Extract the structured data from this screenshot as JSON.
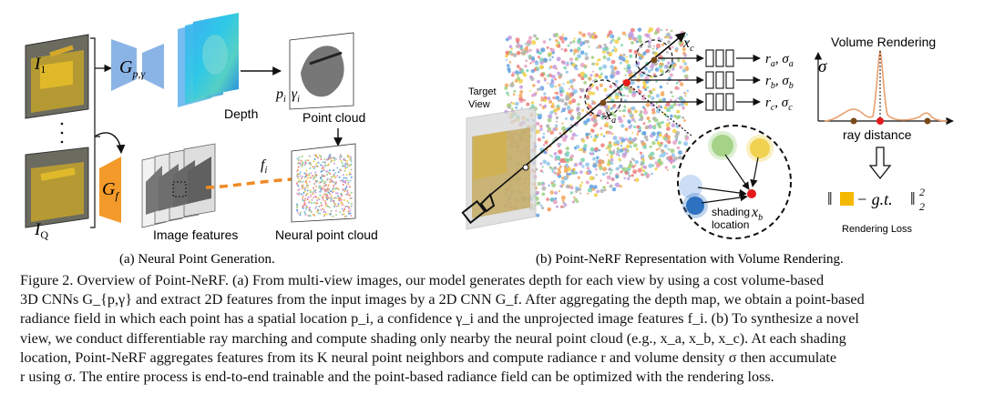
{
  "panel_a": {
    "caption": "(a) Neural Point Generation.",
    "label_i1": "I",
    "label_i1_sub": "1",
    "label_iq": "I",
    "label_iq_sub": "Q",
    "g_p_gamma": "G",
    "g_p_gamma_sub": "p,γ",
    "g_f": "G",
    "g_f_sub": "f",
    "depth": "Depth",
    "pi_gamma": "p",
    "pi_sub": "i",
    "gamma_i": "γ",
    "gamma_sub": "i",
    "point_cloud": "Point cloud",
    "image_features": "Image features",
    "f_i": "f",
    "f_i_sub": "i",
    "neural_point_cloud": "Neural point cloud"
  },
  "panel_b": {
    "caption": "(b) Point-NeRF Representation with Volume Rendering.",
    "target_view": [
      "Target",
      "View"
    ],
    "x_c": "x",
    "x_c_sub": "c",
    "x_a": "x",
    "x_a_sub": "a",
    "out_a": "r",
    "out_a_sub": "a",
    "sigma_a_sub": "a",
    "out_b_sub": "b",
    "out_c_sub": "c",
    "shading": "shading",
    "location": "location",
    "x_b": "x",
    "x_b_sub": "b"
  },
  "panel_c": {
    "title": "Volume Rendering",
    "sigma": "σ",
    "ray_distance": "ray distance",
    "loss_text": "− g.t.",
    "rendering_loss": "Rendering Loss"
  },
  "main_caption_lines": [
    "Figure 2. Overview of Point-NeRF. (a) From multi-view images, our model generates depth for each view by using a cost volume-based",
    "3D CNNs G_{p,γ} and extract 2D features from the input images by a 2D CNN G_f. After aggregating the depth map, we obtain a point-based",
    "radiance field in which each point has a spatial location p_i, a confidence γ_i and the unprojected image features f_i. (b) To synthesize a novel",
    "view, we conduct differentiable ray marching and compute shading only nearby the neural point cloud (e.g., x_a, x_b, x_c). At each shading",
    "location, Point-NeRF aggregates features from its K neural point neighbors and compute radiance r and volume density σ then accumulate",
    "r using σ. The entire process is end-to-end trainable and the point-based radiance field can be optimized with the rendering loss."
  ],
  "colors": {
    "encoder_blue": "#8bb4e6",
    "gf_orange": "#f39a2a",
    "ray_red": "#e51b1b",
    "feature_dash": "#f08a24",
    "loss_square": "#f5b800"
  }
}
